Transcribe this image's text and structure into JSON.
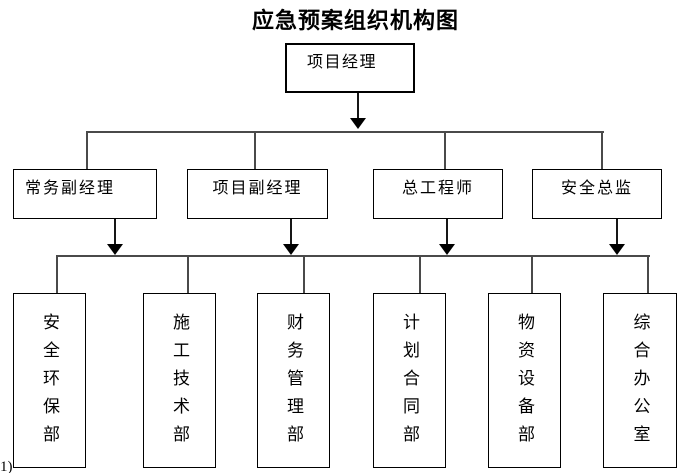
{
  "title": "应急预案组织机构图",
  "org": {
    "root": {
      "label": "项目经理"
    },
    "managers": [
      {
        "label": "常务副经理"
      },
      {
        "label": "项目副经理"
      },
      {
        "label": "总工程师"
      },
      {
        "label": "安全总监"
      }
    ],
    "departments": [
      {
        "label": "安全环保部"
      },
      {
        "label": "施工技术部"
      },
      {
        "label": "财务管理部"
      },
      {
        "label": "计划合同部"
      },
      {
        "label": "物资设备部"
      },
      {
        "label": "综合办公室"
      }
    ]
  },
  "page_fragment": "1)",
  "colors": {
    "background": "#ffffff",
    "box_border": "#000000",
    "connector_line": "#4a4a4a",
    "arrow": "#000000",
    "text": "#000000"
  }
}
